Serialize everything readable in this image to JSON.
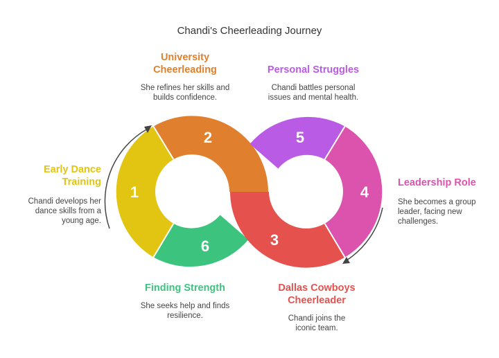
{
  "title": "Chandi's Cheerleading Journey",
  "stages": [
    {
      "number": "1",
      "title": "Early Dance Training",
      "description": "Chandi develops her dance skills from a young age.",
      "color": "#E2C512"
    },
    {
      "number": "2",
      "title": "University Cheerleading",
      "description": "She refines her skills and builds confidence.",
      "color": "#E0802E"
    },
    {
      "number": "3",
      "title": "Dallas Cowboys Cheerleader",
      "description": "Chandi joins the iconic team.",
      "color": "#E5524E"
    },
    {
      "number": "4",
      "title": "Leadership Role",
      "description": "She becomes a group leader, facing new challenges.",
      "color": "#DC53AE"
    },
    {
      "number": "5",
      "title": "Personal Struggles",
      "description": "Chandi battles personal issues and mental health.",
      "color": "#B95BE5"
    },
    {
      "number": "6",
      "title": "Finding Strength",
      "description": "She seeks help and finds resilience.",
      "color": "#3CC47E"
    }
  ]
}
